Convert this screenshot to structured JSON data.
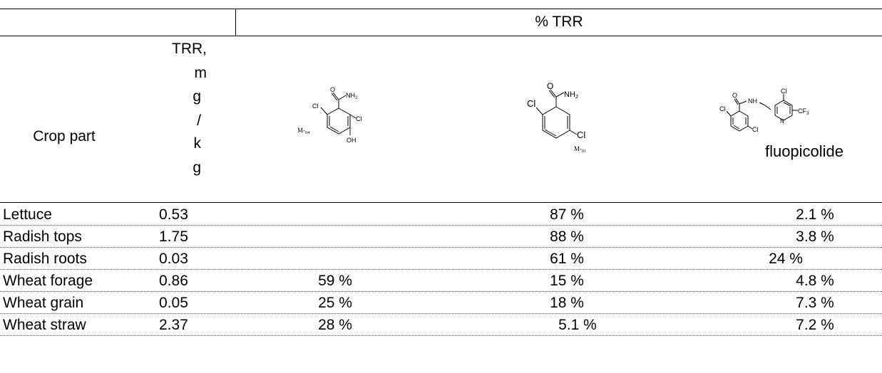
{
  "header": {
    "group_label": "% TRR",
    "col_crop": "Crop part",
    "col_trr": "TRR,",
    "col_trr_unit_chars": [
      "m",
      "g",
      "/",
      "k",
      "g"
    ]
  },
  "structures": {
    "m04": {
      "label": "M-04",
      "atoms": [
        "Cl",
        "O",
        "NH2",
        "Cl",
        "OH"
      ]
    },
    "m01": {
      "label": "M-01",
      "atoms": [
        "Cl",
        "O",
        "NH2",
        "Cl"
      ]
    },
    "fluopicolide": {
      "label": "fluopicolide",
      "atoms": [
        "Cl",
        "O",
        "NH",
        "Cl",
        "CF3",
        "N",
        "Cl"
      ]
    }
  },
  "rows": [
    {
      "crop": "Lettuce",
      "trr": "0.53",
      "m04": "",
      "m01": "87 %",
      "fluopicolide": "2.1 %"
    },
    {
      "crop": "Radish tops",
      "trr": "1.75",
      "m04": "",
      "m01": "88 %",
      "fluopicolide": "3.8 %"
    },
    {
      "crop": "Radish roots",
      "trr": "0.03",
      "m04": "",
      "m01": "61 %",
      "fluopicolide": "24 %"
    },
    {
      "crop": "Wheat forage",
      "trr": "0.86",
      "m04": "59 %",
      "m01": "15 %",
      "fluopicolide": "4.8 %"
    },
    {
      "crop": "Wheat grain",
      "trr": "0.05",
      "m04": "25 %",
      "m01": "18 %",
      "fluopicolide": "7.3 %"
    },
    {
      "crop": "Wheat straw",
      "trr": "2.37",
      "m04": "28 %",
      "m01": "5.1 %",
      "fluopicolide": "7.2 %"
    }
  ]
}
